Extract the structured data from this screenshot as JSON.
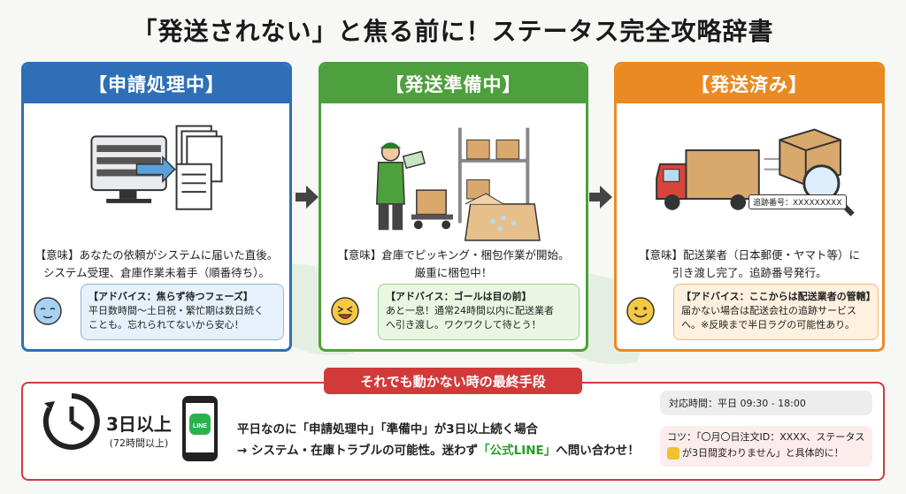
{
  "title": "「発送されない」と焦る前に！ステータス完全攻略辞書",
  "cards": [
    {
      "header": "【申請処理中】",
      "meaning": [
        "【意味】あなたの依頼がシステムに届いた直後。",
        "システム受理、倉庫作業未着手（順番待ち）。"
      ],
      "advice_title": "【アドバイス：焦らず待つフェーズ】",
      "advice_lines": [
        "平日数時間〜土日祝・繁忙期は数日続く",
        "ことも。忘れられてないから安心！"
      ],
      "color": "#2e6fb7"
    },
    {
      "header": "【発送準備中】",
      "meaning": [
        "【意味】倉庫でピッキング・梱包作業が開始。",
        "厳重に梱包中！"
      ],
      "advice_title": "【アドバイス：ゴールは目の前】",
      "advice_lines": [
        "あと一息！通常24時間以内に配送業者",
        "へ引き渡し。ワクワクして待とう！"
      ],
      "color": "#4e9f3d"
    },
    {
      "header": "【発送済み】",
      "meaning": [
        "【意味】配送業者（日本郵便・ヤマト等）に",
        "引き渡し完了。追跡番号発行。"
      ],
      "advice_title": "【アドバイス：ここからは配送業者の管轄】",
      "advice_lines": [
        "届かない場合は配送会社の追跡サービス",
        "へ。※反映まで半日ラグの可能性あり。"
      ],
      "color": "#ea8a22"
    }
  ],
  "tracking_label": "追跡番号：XXXXXXXXX",
  "bottom": {
    "tag": "それでも動かない時の最終手段",
    "days_big": "3日以上",
    "days_small": "(72時間以上)",
    "line_label": "LINE",
    "msg_line1": "平日なのに「申請処理中」「準備中」が3日以上続く場合",
    "msg_line2_pre": "→ システム・在庫トラブルの可能性。迷わず",
    "msg_line2_hl": "「公式LINE」",
    "msg_line2_post": "へ問い合わせ！",
    "hours": "対応時間：平日 09:30 - 18:00",
    "tip_line1": "コツ：「〇月〇日注文ID：XXXX、ステータス",
    "tip_line2": "が3日間変わりません」と具体的に！"
  }
}
